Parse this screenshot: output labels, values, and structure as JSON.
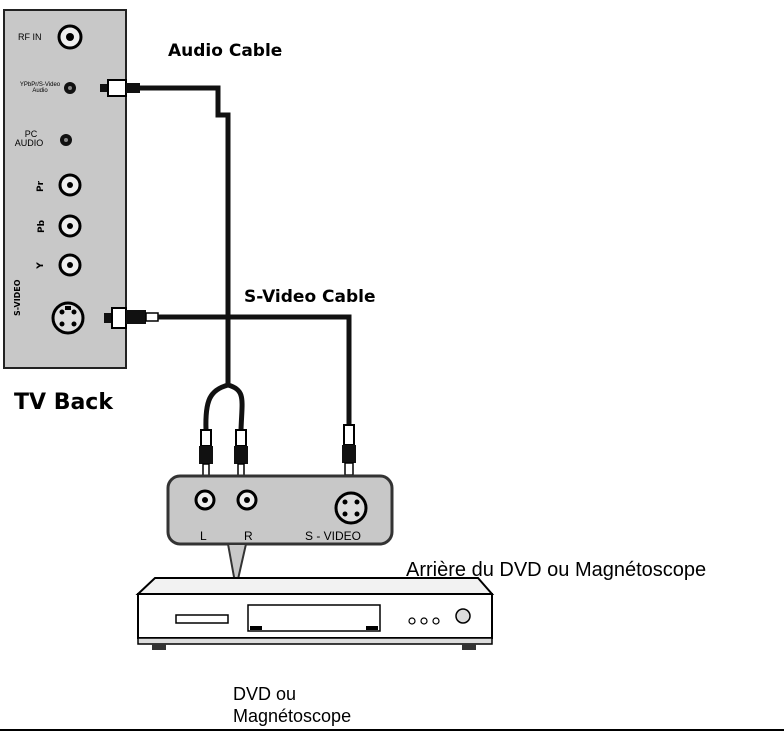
{
  "tv_panel": {
    "rf_in": "RF IN",
    "ypbpr_audio_line1": "YPbPr/S-Video",
    "ypbpr_audio_line2": "Audio",
    "pc_audio_line1": "PC",
    "pc_audio_line2": "AUDIO",
    "comp_pr": "Pr",
    "comp_pb": "Pb",
    "comp_y": "Y",
    "svideo": "S-VIDEO",
    "caption": "TV Back"
  },
  "cables": {
    "audio": "Audio Cable",
    "svideo": "S-Video Cable"
  },
  "dvd_panel": {
    "port_l": "L",
    "port_r": "R",
    "port_svideo": "S - VIDEO",
    "caption": "Arrière du DVD ou Magnétoscope"
  },
  "device": {
    "caption_line1": "DVD ou",
    "caption_line2": "Magnétoscope"
  },
  "colors": {
    "panel_fill": "#c8c8c8",
    "cable": "#111111",
    "background": "#ffffff"
  }
}
